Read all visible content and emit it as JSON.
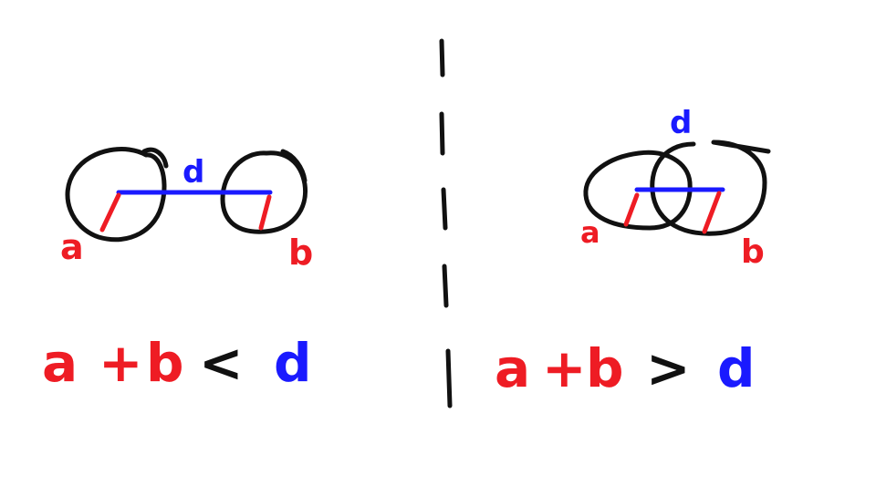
{
  "colors": {
    "ink": "#111111",
    "red": "#ee1c24",
    "blue": "#1a1aff",
    "background": "#ffffff"
  },
  "left": {
    "labels": {
      "a": "a",
      "b": "b",
      "d": "d"
    },
    "formula": {
      "a": "a",
      "plus": "+",
      "b": "b",
      "op": "<",
      "d": "d"
    }
  },
  "right": {
    "labels": {
      "a": "a",
      "b": "b",
      "d": "d"
    },
    "formula": {
      "a": "a",
      "plus": "+",
      "b": "b",
      "op": ">",
      "d": "d"
    }
  }
}
